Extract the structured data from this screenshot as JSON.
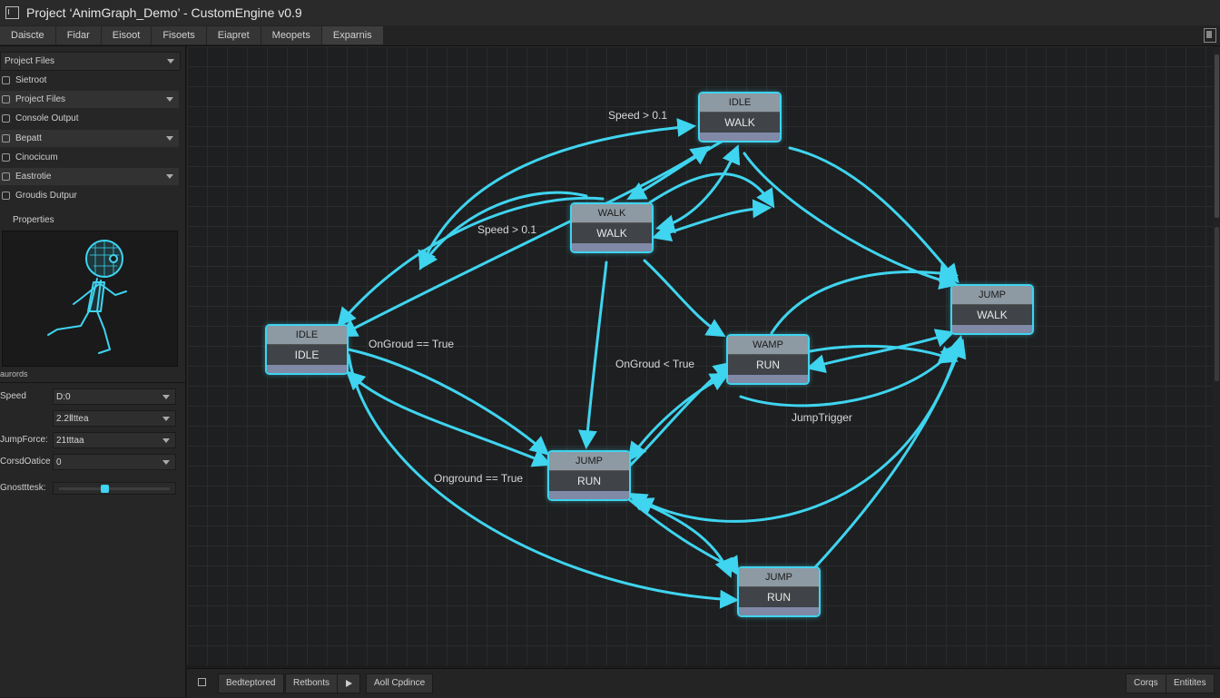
{
  "window": {
    "title": "Project ‘AnimGraph_Demo’ - CustomEngine v0.9"
  },
  "menu": [
    "Daiscte",
    "Fidar",
    "Eisoot",
    "Fisoets",
    "Eiapret",
    "Meopets",
    "Exparnis"
  ],
  "left_panel": {
    "project_dropdown": "Project Files",
    "tree": [
      {
        "label": "Sietroot",
        "icon": "gear-icon",
        "has_chevron": false
      },
      {
        "label": "Project Files",
        "icon": "gear-icon",
        "has_chevron": true
      },
      {
        "label": "Console Output",
        "icon": "grid-icon",
        "has_chevron": false
      },
      {
        "label": "Bepatt",
        "icon": "gear-icon",
        "has_chevron": true
      },
      {
        "label": "Cinocicum",
        "icon": "gear-icon",
        "has_chevron": false
      },
      {
        "label": "Eastrotie",
        "icon": "grid-icon",
        "has_chevron": true
      },
      {
        "label": "Groudis Dutpur",
        "icon": "grid-icon",
        "has_chevron": false
      }
    ],
    "properties_title": "Properties",
    "preview_icon": "running-character-icon",
    "sub_label": "aurords",
    "properties": [
      {
        "label": "Speed",
        "value": "D:0"
      },
      {
        "label": "",
        "value": "2.2Ⅱttea"
      },
      {
        "label": "JumpForce:",
        "value": "21tttaa"
      },
      {
        "label": "CorsdOatice",
        "value": "0"
      }
    ],
    "slider": {
      "label": "Gnostttesk:",
      "value": 0.4
    }
  },
  "graph": {
    "nodes": [
      {
        "id": "n1",
        "top": "IDLE",
        "state": "WALK"
      },
      {
        "id": "n2",
        "top": "WALK",
        "state": "WALK"
      },
      {
        "id": "n3",
        "top": "IDLE",
        "state": "IDLE"
      },
      {
        "id": "n4",
        "top": "JUMP",
        "state": "WALK"
      },
      {
        "id": "n5",
        "top": "WAMP",
        "state": "RUN"
      },
      {
        "id": "n6",
        "top": "JUMP",
        "state": "RUN"
      },
      {
        "id": "n7",
        "top": "JUMP",
        "state": "RUN"
      }
    ],
    "labels": [
      "Speed > 0.1",
      "Speed > 0.1",
      "OnGroud == True",
      "OnGroud < True",
      "JumpTrigger",
      "Onground == True"
    ],
    "edge_color": "#3fd4ef"
  },
  "bottom": {
    "buttons": [
      "Bedteptored",
      "Retbonts",
      "Aoll Cpdince"
    ],
    "right_buttons": [
      "Corqs",
      "Entitites"
    ]
  }
}
